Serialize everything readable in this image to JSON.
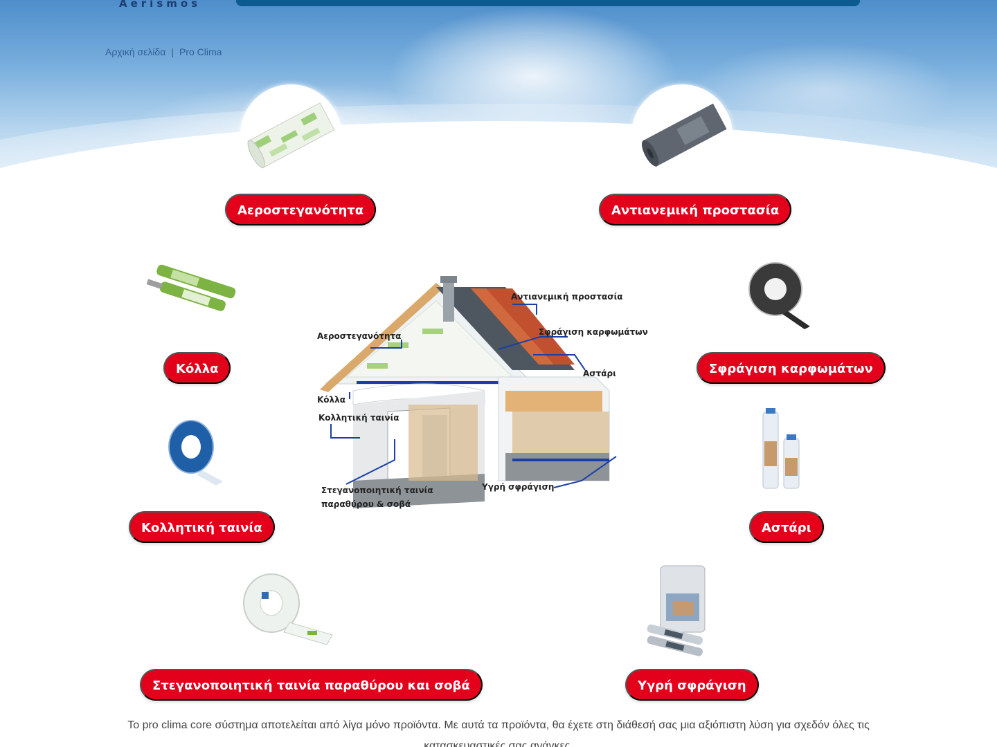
{
  "header": {
    "logo_text": "Aerismos"
  },
  "breadcrumb": {
    "home": "Αρχική σελίδα",
    "separator": "|",
    "current": "Pro Clima"
  },
  "categories": {
    "airtightness": "Αεροστεγανότητα",
    "wind_protection": "Αντιανεμική προστασία",
    "glue": "Κόλλα",
    "nail_sealing": "Σφράγιση καρφωμάτων",
    "adhesive_tape": "Κολλητική ταινία",
    "primer": "Αστάρι",
    "window_tape": "Στεγανοποιητική ταινία παραθύρου και σοβά",
    "liquid_sealing": "Υγρή σφράγιση"
  },
  "diagram": {
    "wind_protection": "Αντιανεμική προστασία",
    "airtightness": "Αεροστεγανότητα",
    "nail_sealing": "Σφράγιση καρφωμάτων",
    "primer": "Αστάρι",
    "glue": "Κόλλα",
    "adhesive_tape": "Κολλητική ταινία",
    "window_tape_line1": "Στεγανοποιητική ταινία",
    "window_tape_line2": "παραθύρου & σοβά",
    "liquid_sealing": "Υγρή σφράγιση"
  },
  "intro": {
    "text": "Το pro clima core σύστημα αποτελείται από λίγα μόνο προϊόντα. Με αυτά τα προϊόντα, θα έχετε στη διάθεσή σας μια αξιόπιστη λύση για σχεδόν όλες τις κατασκευαστικές σας ανάγκες."
  },
  "colors": {
    "accent_red": "#e3001b",
    "nav_blue": "#0c5a8f",
    "sky_blue": "#4f8ecb",
    "diagram_line": "#1a3fa8"
  }
}
